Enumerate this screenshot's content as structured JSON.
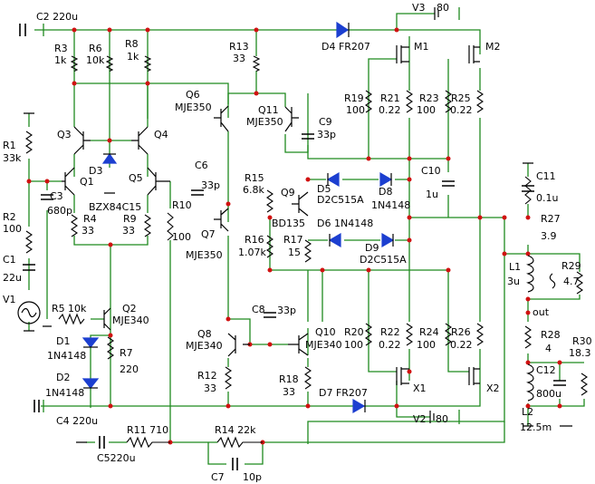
{
  "components": [
    {
      "id": "C2",
      "label": "C2 220u"
    },
    {
      "id": "V3",
      "label": "V3"
    },
    {
      "id": "V3v",
      "label": "80"
    },
    {
      "id": "R3",
      "label": "R3"
    },
    {
      "id": "R3v",
      "label": "1k"
    },
    {
      "id": "R6",
      "label": "R6"
    },
    {
      "id": "R6v",
      "label": "10k"
    },
    {
      "id": "R8",
      "label": "R8"
    },
    {
      "id": "R8v",
      "label": "1k"
    },
    {
      "id": "R13",
      "label": "R13"
    },
    {
      "id": "R13v",
      "label": "33"
    },
    {
      "id": "D4",
      "label": "D4 FR207"
    },
    {
      "id": "M1",
      "label": "M1"
    },
    {
      "id": "M2",
      "label": "M2"
    },
    {
      "id": "R19",
      "label": "R19"
    },
    {
      "id": "R19v",
      "label": "100"
    },
    {
      "id": "R21",
      "label": "R21"
    },
    {
      "id": "R21v",
      "label": "0.22"
    },
    {
      "id": "R23",
      "label": "R23"
    },
    {
      "id": "R23v",
      "label": "100"
    },
    {
      "id": "R25",
      "label": "R25"
    },
    {
      "id": "R25v",
      "label": "0.22"
    },
    {
      "id": "Q6",
      "label": "Q6"
    },
    {
      "id": "Q6v",
      "label": "MJE350"
    },
    {
      "id": "Q11",
      "label": "Q11"
    },
    {
      "id": "Q11v",
      "label": "MJE350"
    },
    {
      "id": "C9",
      "label": "C9"
    },
    {
      "id": "C9v",
      "label": "33p"
    },
    {
      "id": "Q3",
      "label": "Q3"
    },
    {
      "id": "Q4",
      "label": "Q4"
    },
    {
      "id": "R1",
      "label": "R1"
    },
    {
      "id": "R1v",
      "label": "33k"
    },
    {
      "id": "D3",
      "label": "D3"
    },
    {
      "id": "D3v",
      "label": "BZX84C15"
    },
    {
      "id": "Q1",
      "label": "Q1"
    },
    {
      "id": "Q5",
      "label": "Q5"
    },
    {
      "id": "C6",
      "label": "C6"
    },
    {
      "id": "C6v",
      "label": "33p"
    },
    {
      "id": "R15",
      "label": "R15"
    },
    {
      "id": "R15v",
      "label": "6.8k"
    },
    {
      "id": "Q9",
      "label": "Q9"
    },
    {
      "id": "Q9v",
      "label": "BD135"
    },
    {
      "id": "D5",
      "label": "D5"
    },
    {
      "id": "D5v",
      "label": "D2C515A"
    },
    {
      "id": "D8",
      "label": "D8"
    },
    {
      "id": "D8v",
      "label": "1N4148"
    },
    {
      "id": "C10",
      "label": "C10"
    },
    {
      "id": "C10v",
      "label": "1u"
    },
    {
      "id": "C11",
      "label": "C11"
    },
    {
      "id": "C11v",
      "label": "0.1u"
    },
    {
      "id": "C3",
      "label": "C3"
    },
    {
      "id": "C3v",
      "label": "680p"
    },
    {
      "id": "R4",
      "label": "R4"
    },
    {
      "id": "R4v",
      "label": "33"
    },
    {
      "id": "R9",
      "label": "R9"
    },
    {
      "id": "R9v",
      "label": "33"
    },
    {
      "id": "R10",
      "label": "R10"
    },
    {
      "id": "R10v",
      "label": "100"
    },
    {
      "id": "Q7",
      "label": "Q7"
    },
    {
      "id": "Q7v",
      "label": "MJE350"
    },
    {
      "id": "R2",
      "label": "R2"
    },
    {
      "id": "R2v",
      "label": "100"
    },
    {
      "id": "R16",
      "label": "R16"
    },
    {
      "id": "R16v",
      "label": "1.07k"
    },
    {
      "id": "R17",
      "label": "R17"
    },
    {
      "id": "R17v",
      "label": "15"
    },
    {
      "id": "D6",
      "label": "D6 1N4148"
    },
    {
      "id": "D9",
      "label": "D9"
    },
    {
      "id": "D9v",
      "label": "D2C515A"
    },
    {
      "id": "R27",
      "label": "R27"
    },
    {
      "id": "R27v",
      "label": "3.9"
    },
    {
      "id": "L1",
      "label": "L1"
    },
    {
      "id": "L1v",
      "label": "3u"
    },
    {
      "id": "R29",
      "label": "R29"
    },
    {
      "id": "R29v",
      "label": "4.7"
    },
    {
      "id": "C1",
      "label": "C1"
    },
    {
      "id": "C1v",
      "label": "22u"
    },
    {
      "id": "V1",
      "label": "V1"
    },
    {
      "id": "R5",
      "label": "R5"
    },
    {
      "id": "R5v",
      "label": "10k"
    },
    {
      "id": "Q2",
      "label": "Q2"
    },
    {
      "id": "Q2v",
      "label": "MJE340"
    },
    {
      "id": "C8",
      "label": "C8"
    },
    {
      "id": "C8v",
      "label": "33p"
    },
    {
      "id": "out",
      "label": "out"
    },
    {
      "id": "D1",
      "label": "D1"
    },
    {
      "id": "D1v",
      "label": "1N4148"
    },
    {
      "id": "R7",
      "label": "R7"
    },
    {
      "id": "R7v",
      "label": "220"
    },
    {
      "id": "Q8",
      "label": "Q8"
    },
    {
      "id": "Q8v",
      "label": "MJE340"
    },
    {
      "id": "Q10",
      "label": "Q10"
    },
    {
      "id": "Q10v",
      "label": "MJE340"
    },
    {
      "id": "R20",
      "label": "R20"
    },
    {
      "id": "R20v",
      "label": "100"
    },
    {
      "id": "R22",
      "label": "R22"
    },
    {
      "id": "R22v",
      "label": "0.22"
    },
    {
      "id": "R24",
      "label": "R24"
    },
    {
      "id": "R24v",
      "label": "100"
    },
    {
      "id": "R26",
      "label": "R26"
    },
    {
      "id": "R26v",
      "label": "0.22"
    },
    {
      "id": "R28",
      "label": "R28"
    },
    {
      "id": "R28v",
      "label": "4"
    },
    {
      "id": "R30",
      "label": "R30"
    },
    {
      "id": "R30v",
      "label": "18.3"
    },
    {
      "id": "D2",
      "label": "D2"
    },
    {
      "id": "D2v",
      "label": "1N4148"
    },
    {
      "id": "R12",
      "label": "R12"
    },
    {
      "id": "R12v",
      "label": "33"
    },
    {
      "id": "R18",
      "label": "R18"
    },
    {
      "id": "R18v",
      "label": "33"
    },
    {
      "id": "X1",
      "label": "X1"
    },
    {
      "id": "X2",
      "label": "X2"
    },
    {
      "id": "C12",
      "label": "C12"
    },
    {
      "id": "C12v",
      "label": "800u"
    },
    {
      "id": "D7",
      "label": "D7 FR207"
    },
    {
      "id": "C4",
      "label": "C4 220u"
    },
    {
      "id": "V2",
      "label": "V2"
    },
    {
      "id": "V2v",
      "label": "80"
    },
    {
      "id": "L2",
      "label": "L2"
    },
    {
      "id": "L2v",
      "label": "12.5m"
    },
    {
      "id": "R11",
      "label": "R11 710"
    },
    {
      "id": "R14",
      "label": "R14 22k"
    },
    {
      "id": "C5",
      "label": "C5220u"
    },
    {
      "id": "C7",
      "label": "C7"
    },
    {
      "id": "C7v",
      "label": "10p"
    }
  ]
}
